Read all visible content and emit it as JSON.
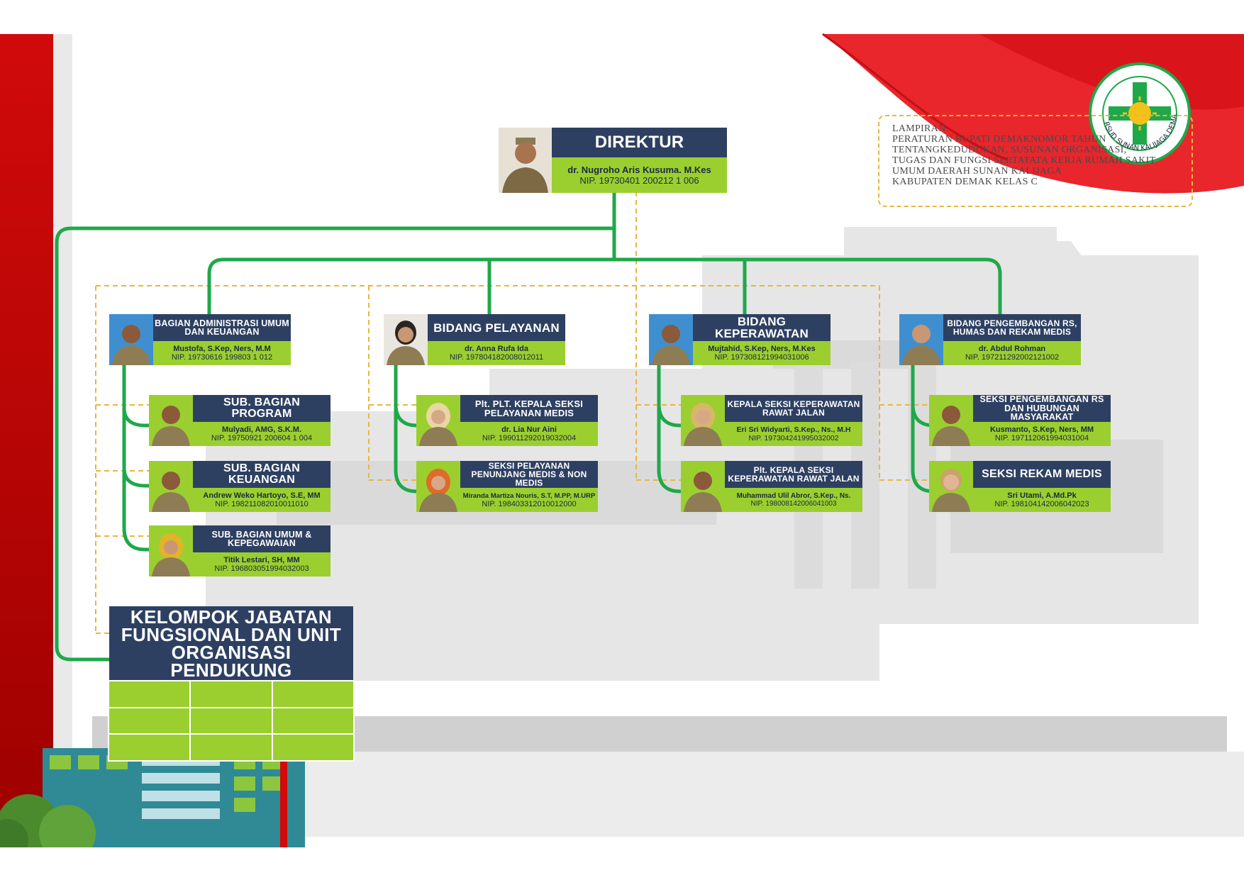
{
  "note": {
    "lines": [
      "LAMPIRAN",
      "PERATURAN BUPATI DEMAKNOMOR TAHUN",
      "TENTANGKEDUDUKAN, SUSUNAN ORGANISASI,",
      "TUGAS DAN FUNGSI SERTATATA KERJA RUMAH SAKIT",
      "UMUM DAERAH SUNAN KALIJAGA",
      "KABUPATEN DEMAK KELAS C"
    ]
  },
  "logo": {
    "text": "RSUD SUNAN KALIJAGA DEMAK"
  },
  "colors": {
    "navy": "#2e4062",
    "green": "#9bcf2f",
    "line_green": "#1fa84a",
    "dashed": "#e8b640",
    "red": "#d10a0a"
  },
  "director": {
    "title": "DIREKTUR",
    "name": "dr. Nugroho Aris Kusuma. M.Kes",
    "nip": "NIP. 19730401 200212 1 006"
  },
  "units": [
    {
      "title": "BAGIAN ADMINISTRASI UMUM DAN KEUANGAN",
      "name": "Mustofa, S.Kep, Ners, M.M",
      "nip": "NIP. 19730616 199803 1 012"
    },
    {
      "title": "BIDANG PELAYANAN",
      "name": "dr. Anna Rufa Ida",
      "nip": "NIP. 197804182008012011"
    },
    {
      "title": "BIDANG KEPERAWATAN",
      "name": "Mujtahid, S.Kep, Ners, M.Kes",
      "nip": "NIP. 197308121994031006"
    },
    {
      "title": "BIDANG PENGEMBANGAN RS, HUMAS DAN REKAM MEDIS",
      "name": "dr. Abdul Rohman",
      "nip": "NIP. 197211292002121002"
    }
  ],
  "subunits": [
    {
      "title": "SUB. BAGIAN PROGRAM",
      "name": "Mulyadi, AMG, S.K.M.",
      "nip": "NIP. 19750921 200604 1 004"
    },
    {
      "title": "SUB. BAGIAN KEUANGAN",
      "name": "Andrew Weko Hartoyo, S.E, MM",
      "nip": "NIP. 198211082010011010"
    },
    {
      "title": "SUB. BAGIAN UMUM & KEPEGAWAIAN",
      "name": "Titik Lestari, SH, MM",
      "nip": "NIP. 196803051994032003"
    },
    {
      "title": "Plt. PLT. KEPALA SEKSI PELAYANAN MEDIS",
      "name": "dr. Lia Nur Aini",
      "nip": "NIP. 199011292019032004"
    },
    {
      "title": "SEKSI PELAYANAN PENUNJANG MEDIS & NON MEDIS",
      "name": "Miranda Martiza Nouris, S.T, M.PP, M.URP",
      "nip": "NIP. 198403312010012000"
    },
    {
      "title": "KEPALA SEKSI KEPERAWATAN RAWAT JALAN",
      "name": "Eri Sri Widyarti, S.Kep., Ns., M.H",
      "nip": "NIP. 197304241995032002"
    },
    {
      "title": "Plt. KEPALA SEKSI KEPERAWATAN RAWAT JALAN",
      "name": "Muhammad Ulil Abror, S.Kep., Ns.",
      "nip": "NIP. 198008142006041003"
    },
    {
      "title": "SEKSI PENGEMBANGAN RS DAN HUBUNGAN MASYARAKAT",
      "name": "Kusmanto, S.Kep, Ners, MM",
      "nip": "NIP. 197112061994031004"
    },
    {
      "title": "SEKSI REKAM MEDIS",
      "name": "Sri Utami, A.Md.Pk",
      "nip": "NIP. 198104142006042023"
    }
  ],
  "kelompok": {
    "title": "KELOMPOK JABATAN FUNGSIONAL DAN UNIT ORGANISASI PENDUKUNG"
  }
}
